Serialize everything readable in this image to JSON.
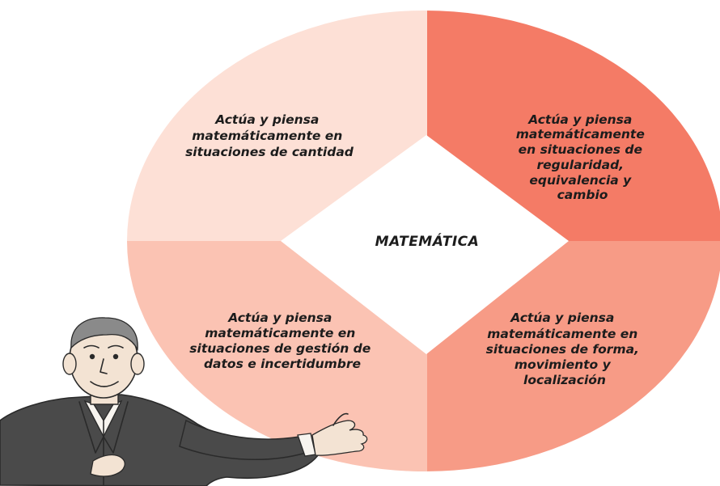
{
  "diagram": {
    "center_label": "MATEMÁTICA",
    "quadrants": [
      {
        "id": "top-left",
        "lines": [
          "Actúa y piensa",
          "matemáticamente en",
          "situaciones de cantidad"
        ],
        "color": "#fde0d6"
      },
      {
        "id": "top-right",
        "lines": [
          "Actúa y piensa",
          "matemáticamente",
          "en situaciones de",
          "regularidad,",
          "equivalencia y",
          "cambio"
        ],
        "color": "#f47b66"
      },
      {
        "id": "bottom-left",
        "lines": [
          "Actúa y piensa",
          "matemáticamente en",
          "situaciones de gestión de",
          "datos e incertidumbre"
        ],
        "color": "#fbc3b3"
      },
      {
        "id": "bottom-right",
        "lines": [
          "Actúa y piensa",
          "matemáticamente en",
          "situaciones de forma,",
          "movimiento y",
          "localización"
        ],
        "color": "#f79b86"
      }
    ]
  },
  "illustration": {
    "icon": "teacher-illustration-icon",
    "jacket_color": "#4a4a4a",
    "skin_color": "#f3e3d3"
  }
}
